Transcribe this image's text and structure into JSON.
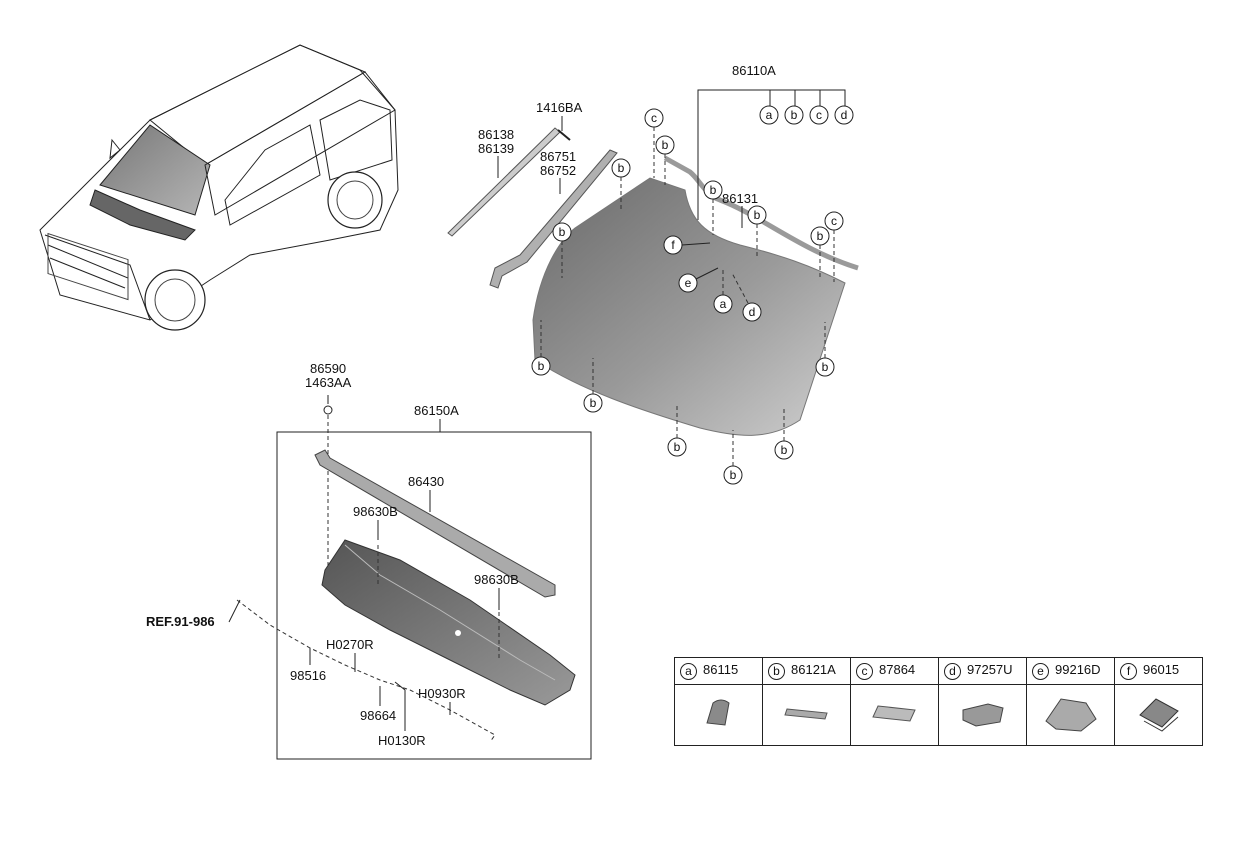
{
  "parts": {
    "windshield_assy": "86110A",
    "molding_left_1": "86138",
    "molding_left_2": "86139",
    "clip": "1416BA",
    "garnish_1": "86751",
    "garnish_2": "86752",
    "dam": "86131",
    "screw_1": "86590",
    "screw_2": "1463AA",
    "cowl_assy": "86150A",
    "weatherstrip": "86430",
    "nozzle_1": "98630B",
    "nozzle_2": "98630B",
    "ref": "REF.91-986",
    "hose_1": "H0270R",
    "connector": "98516",
    "valve": "98664",
    "hose_2": "H0930R",
    "hose_3": "H0130R"
  },
  "callouts": {
    "a": "a",
    "b": "b",
    "c": "c",
    "d": "d",
    "e": "e",
    "f": "f"
  },
  "legend": [
    {
      "key": "a",
      "part": "86115"
    },
    {
      "key": "b",
      "part": "86121A"
    },
    {
      "key": "c",
      "part": "87864"
    },
    {
      "key": "d",
      "part": "97257U"
    },
    {
      "key": "e",
      "part": "99216D"
    },
    {
      "key": "f",
      "part": "96015"
    }
  ],
  "colors": {
    "glass_dark": "#6f6f6f",
    "glass_light": "#c4c4c4",
    "line": "#222222"
  }
}
